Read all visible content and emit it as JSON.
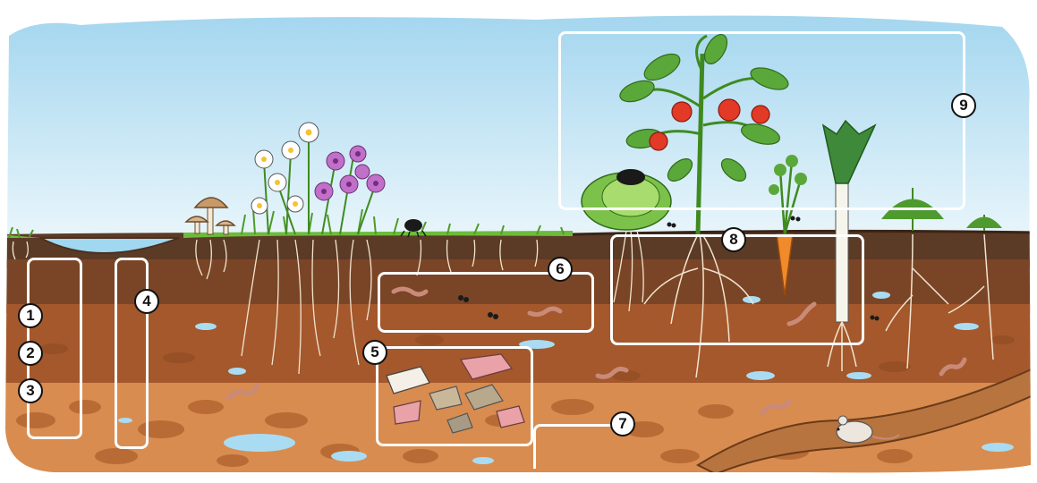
{
  "callouts": {
    "c1": "1",
    "c2": "2",
    "c3": "3",
    "c4": "4",
    "c5": "5",
    "c6": "6",
    "c7": "7",
    "c8": "8",
    "c9": "9"
  },
  "colors": {
    "sky_top": "#9fd4ee",
    "sky_bottom": "#e6f4fb",
    "topsoil": "#5b3a26",
    "subsoil_upper": "#a4582c",
    "subsoil_lower": "#c4743a",
    "bedrock": "#d98c4f",
    "water": "#a9dcf2",
    "grass": "#6dbb3c",
    "highlight_box": "#ffffff"
  },
  "icons": [
    "mushroom-icon",
    "flower-icon",
    "beetle-icon",
    "worm-icon",
    "ant-icon",
    "lettuce-icon",
    "tomato-plant-icon",
    "carrot-icon",
    "leek-icon",
    "weed-icon",
    "mouse-icon",
    "trash-icon"
  ]
}
